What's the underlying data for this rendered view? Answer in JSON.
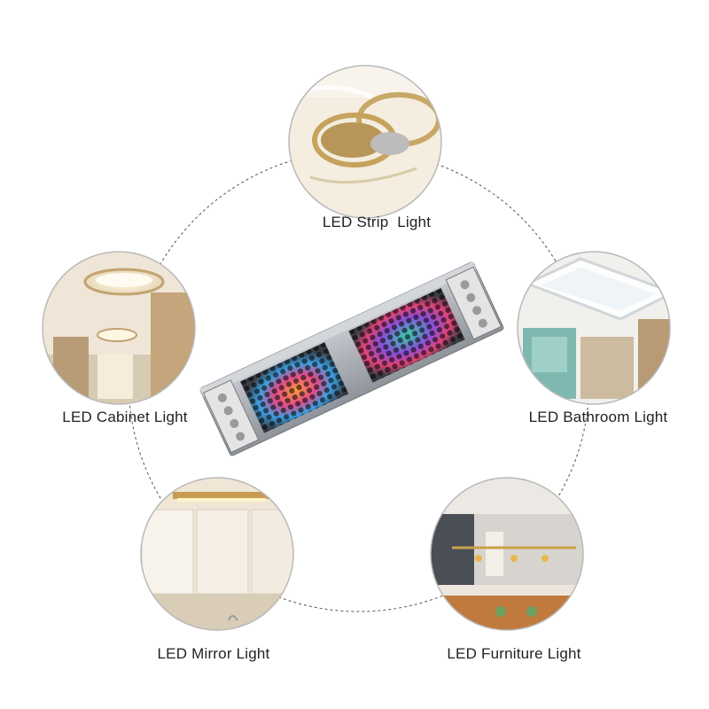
{
  "applications": {
    "strip": "LED Strip  Light",
    "cabinet": "LED Cabinet Light",
    "bathroom": "LED Bathroom Light",
    "mirror": "LED Mirror Light",
    "furniture": "LED Furniture Light"
  },
  "colors": {
    "ring_stroke": "#b9b9b9",
    "connector_dash": "#555555",
    "label_text": "#222222",
    "psu_body": "#a9adb3",
    "psu_terminal": "#e4e4e4"
  },
  "icons": [
    "led-power-supply-icon",
    "terminal-block-icon"
  ]
}
